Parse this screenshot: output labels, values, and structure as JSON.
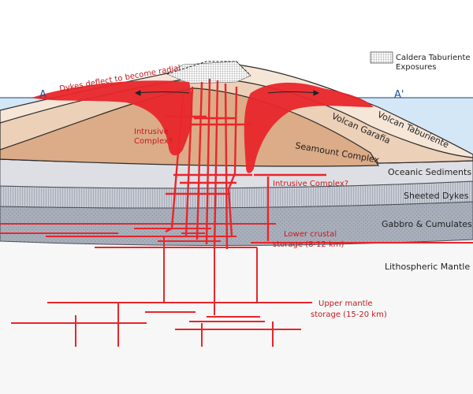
{
  "legend": {
    "label_line1": "Caldera Taburiente",
    "label_line2": "Exposures"
  },
  "section_markers": {
    "start": "A",
    "end": "A'"
  },
  "annotations": {
    "dykes": "Dykes deflect to become radial",
    "intrusive_upper_line1": "Intrusive",
    "intrusive_upper_line2": "Complex?",
    "intrusive_lower": "Intrusive Complex?",
    "lower_storage_line1": "Lower crustal",
    "lower_storage_line2": "storage (8-12 km)",
    "upper_mantle_line1": "Upper mantle",
    "upper_mantle_line2": "storage (15-20 km)"
  },
  "units": {
    "volcan_taburiente_line1": "Volcan Taburiente",
    "volcan_taburiente_line2": "",
    "volcan_garafia": "Volcan Garafia",
    "seamount_complex": "Seamount Complex",
    "oceanic_sediments": "Oceanic Sediments",
    "sheeted_dykes": "Sheeted Dykes",
    "gabbro_cumulates": "Gabbro & Cumulates",
    "lithospheric_mantle": "Lithospheric Mantle"
  },
  "colors": {
    "magma": "#e8262b",
    "magma_light": "#ef5a5e",
    "taburiente": "#f6e6d8",
    "garafia": "#ecd0b8",
    "seamount": "#dcab87",
    "sediments": "#dedfe4",
    "sheeted_dykes": "#c9cdd6",
    "gabbro": "#a8afbb",
    "mantle": "#f7f7f7",
    "sea": "#d3e7f6"
  }
}
